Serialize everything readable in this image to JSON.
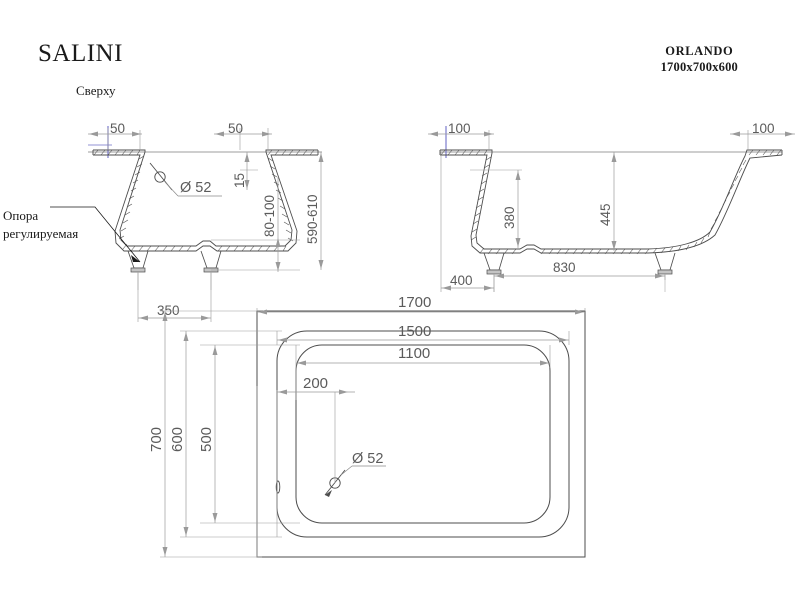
{
  "document": {
    "brand": "SALINI",
    "model_name": "ORLANDO",
    "model_size": "1700x700x600",
    "view_label_top": "Сверху",
    "support_note_line1": "Опора",
    "support_note_line2": "регулируемая",
    "line_color": "#4d4d4d",
    "dim_text_color": "#5b5b5b",
    "dim_line_color": "#9a9a9a",
    "accent_color": "#6f6fc8",
    "background": "#ffffff"
  },
  "views": {
    "end_section": {
      "name": "end-section-view",
      "dims": {
        "left_rim": "50",
        "right_rim": "50",
        "drain": "Ø 52",
        "rim_thickness": "15",
        "leg_adjust": "80-100",
        "total_height": "590-610",
        "leg_spacing": "350"
      }
    },
    "long_section": {
      "name": "long-section-view",
      "dims": {
        "left_rim": "100",
        "right_rim": "100",
        "foot_depth": "380",
        "bowl_depth": "445",
        "leg_spacing": "830",
        "leg_offset": "400"
      }
    },
    "top_view": {
      "name": "top-plan-view",
      "dims": {
        "overall_length": "1700",
        "rim_length": "1500",
        "bowl_length": "1100",
        "drain_offset": "200",
        "overall_width": "700",
        "rim_width": "600",
        "bowl_width": "500",
        "drain": "Ø 52"
      }
    }
  }
}
